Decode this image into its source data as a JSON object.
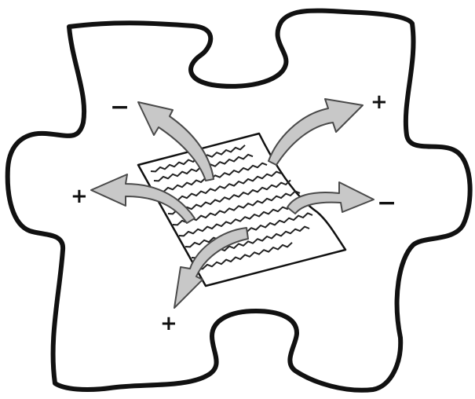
{
  "colors": {
    "background": "#ffffff",
    "outline": "#111111",
    "arrow_fill": "#c8c8c8",
    "arrow_stroke": "#4a4a4a",
    "paper": "#ffffff",
    "text_lines": "#222222"
  },
  "diagram": {
    "shape": "jigsaw-puzzle-piece",
    "center_object": "paper-document",
    "arrows": [
      {
        "name": "arrow-top-left",
        "sign": "−"
      },
      {
        "name": "arrow-top-right",
        "sign": "+"
      },
      {
        "name": "arrow-left",
        "sign": "+"
      },
      {
        "name": "arrow-right",
        "sign": "−"
      },
      {
        "name": "arrow-bottom",
        "sign": "+"
      }
    ]
  }
}
